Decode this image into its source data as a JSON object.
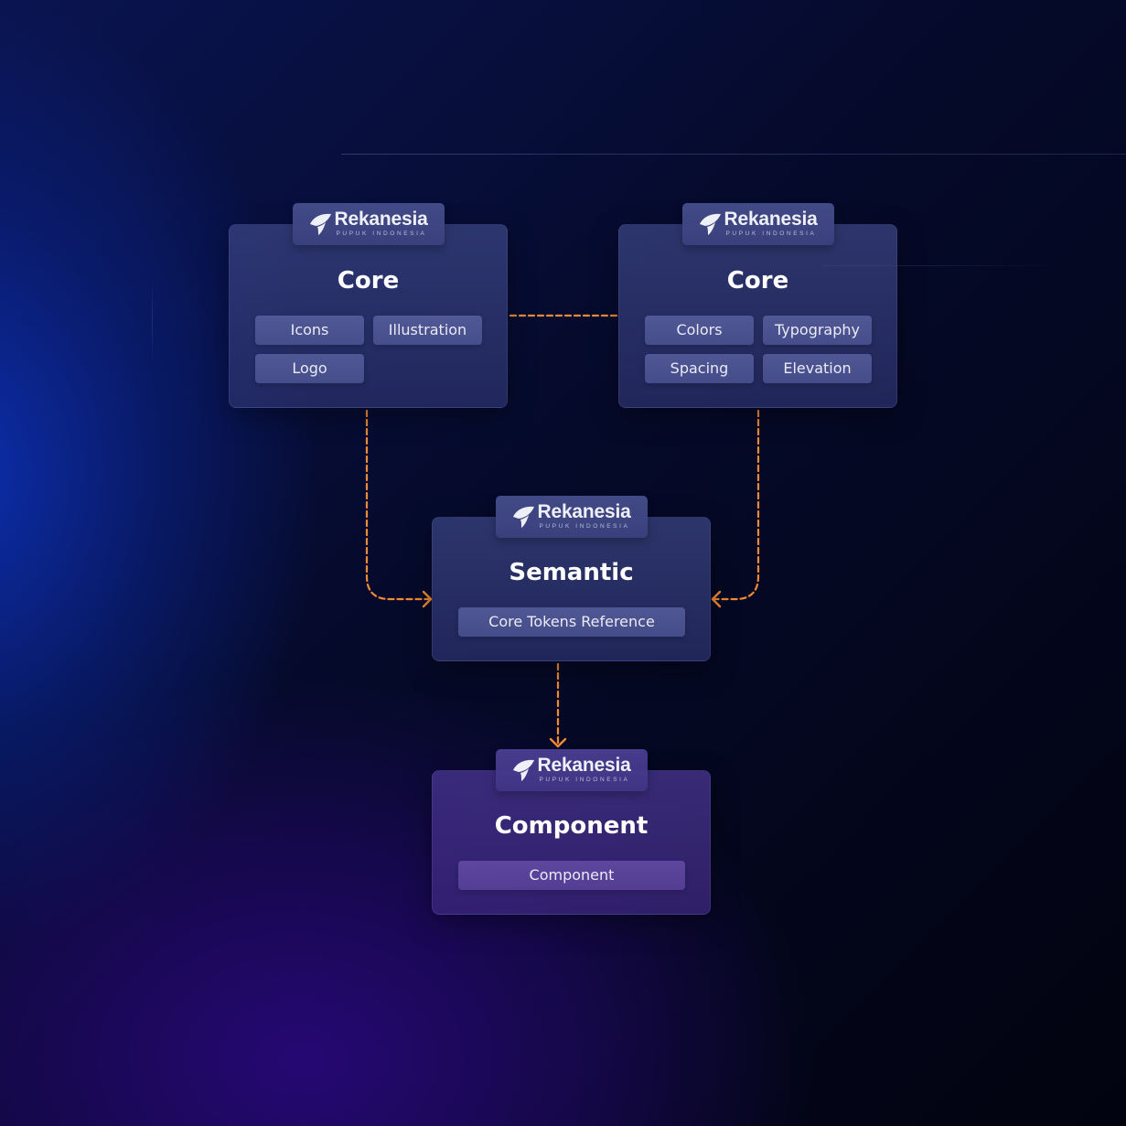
{
  "brand": {
    "name": "Rekanesia",
    "tagline": "PUPUK INDONESIA"
  },
  "cards": {
    "core_left": {
      "title": "Core",
      "chips": [
        "Icons",
        "Illustration",
        "Logo"
      ]
    },
    "core_right": {
      "title": "Core",
      "chips": [
        "Colors",
        "Typography",
        "Spacing",
        "Elevation"
      ]
    },
    "semantic": {
      "title": "Semantic",
      "chips": [
        "Core Tokens Reference"
      ]
    },
    "component": {
      "title": "Component",
      "chips": [
        "Component"
      ]
    }
  },
  "colors": {
    "connector": "#f08a35",
    "card": "#343c78",
    "card_component": "#44307e"
  }
}
